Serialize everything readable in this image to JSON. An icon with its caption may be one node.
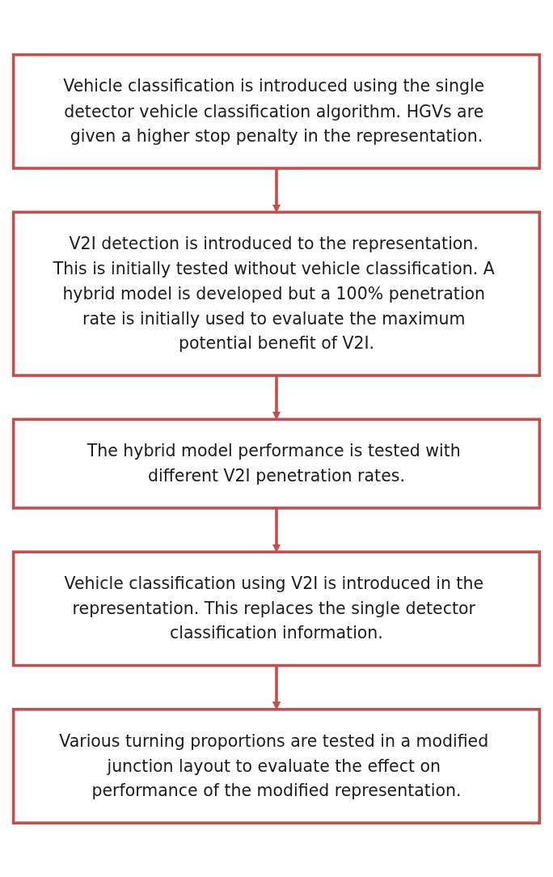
{
  "diagram": {
    "nodes": [
      {
        "text": [
          "Vehicle classification is introduced using the single detector vehicle classification algorithm. HGVs are given a higher stop penalty in the representation."
        ]
      },
      {
        "text": [
          "V2I detection is introduced to the representation. This is initially tested without vehicle classification. A hybrid model is developed but a 100% penetration rate is initially used to evaluate the maximum potential benefit of V2I."
        ]
      },
      {
        "text": [
          "The hybrid model performance is tested with different V2I penetration rates."
        ]
      },
      {
        "text": [
          "Vehicle classification using V2I is introduced in the representation. This replaces the single detector classification information."
        ]
      },
      {
        "text": [
          "Various turning proportions are tested in a modified junction layout to evaluate the effect on performance of the modified representation."
        ]
      }
    ],
    "edges": [
      {
        "from": 0,
        "to": 1,
        "arrow": "to"
      },
      {
        "from": 1,
        "to": 2,
        "arrow": "to"
      },
      {
        "from": 2,
        "to": 3,
        "arrow": "to"
      },
      {
        "from": 3,
        "to": 4,
        "arrow": "to"
      }
    ]
  }
}
